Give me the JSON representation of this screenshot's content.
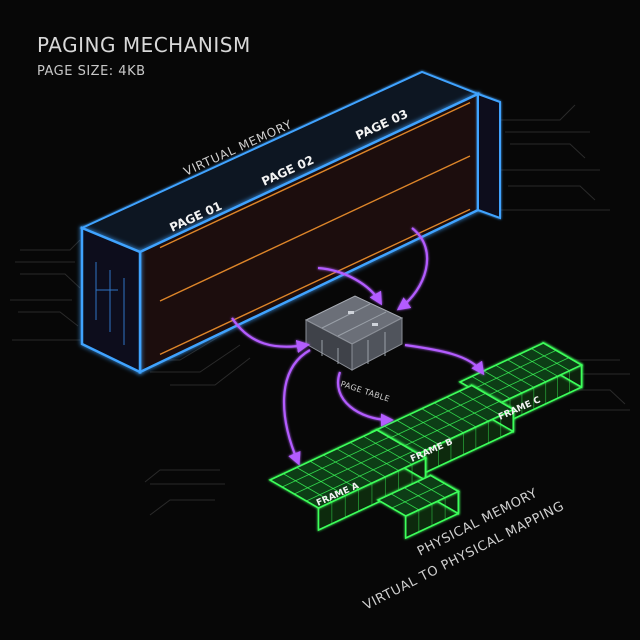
{
  "header": {
    "title": "PAGING MECHANISM",
    "subtitle": "PAGE SIZE: 4KB"
  },
  "virtual_memory": {
    "label": "VIRTUAL MEMORY",
    "pages": [
      "PAGE 01",
      "PAGE 02",
      "PAGE 03"
    ],
    "color": "#ff9a2e",
    "frame_color": "#3fa3ff"
  },
  "page_table": {
    "label": "PAGE TABLE"
  },
  "physical_memory": {
    "label": "PHYSICAL MEMORY",
    "caption": "VIRTUAL TO PHYSICAL MAPPING",
    "frames": [
      "FRAME A",
      "FRAME B",
      "FRAME C"
    ],
    "color": "#3cff5a"
  },
  "colors": {
    "background": "#070707",
    "arrows": "#b35cff"
  }
}
